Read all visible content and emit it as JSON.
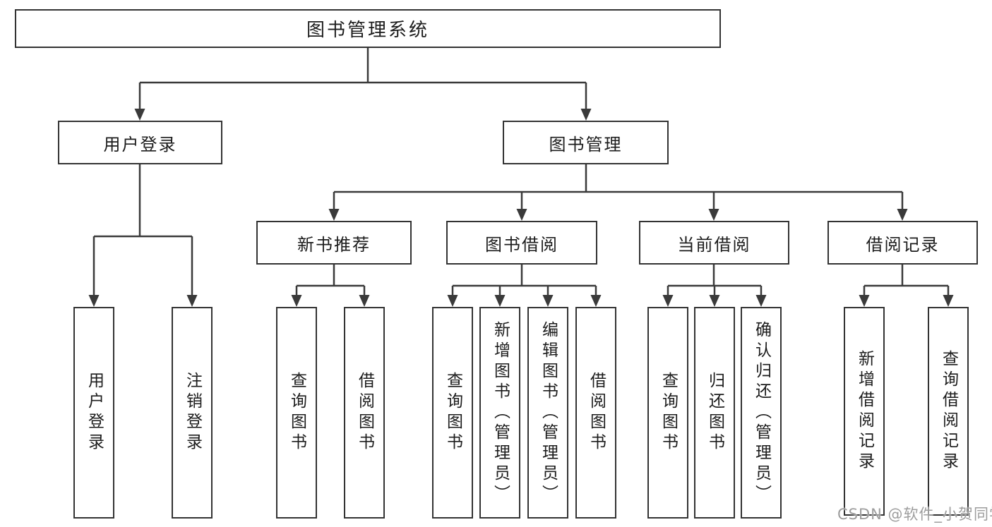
{
  "watermark": "CSDN @软件_小贺同学",
  "tree": {
    "root": {
      "label": "图书管理系统"
    },
    "branches": [
      {
        "label": "用户登录",
        "children": [
          {
            "label": "用户登录"
          },
          {
            "label": "注销登录"
          }
        ]
      },
      {
        "label": "图书管理",
        "children": [
          {
            "label": "新书推荐",
            "children": [
              {
                "label": "查询图书"
              },
              {
                "label": "借阅图书"
              }
            ]
          },
          {
            "label": "图书借阅",
            "children": [
              {
                "label": "查询图书"
              },
              {
                "label": "新增图书（管理员）"
              },
              {
                "label": "编辑图书（管理员）"
              },
              {
                "label": "借阅图书"
              }
            ]
          },
          {
            "label": "当前借阅",
            "children": [
              {
                "label": "查询图书"
              },
              {
                "label": "归还图书"
              },
              {
                "label": "确认归还（管理员）"
              }
            ]
          },
          {
            "label": "借阅记录",
            "children": [
              {
                "label": "新增借阅记录"
              },
              {
                "label": "查询借阅记录"
              }
            ]
          }
        ]
      }
    ]
  }
}
